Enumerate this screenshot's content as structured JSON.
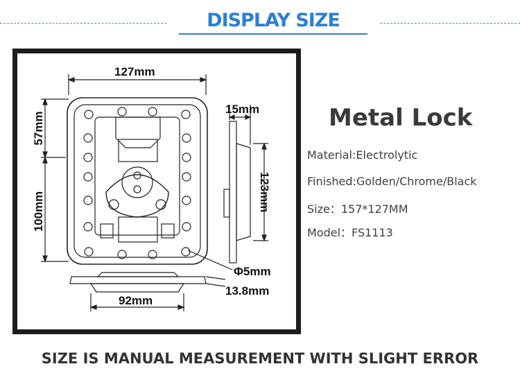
{
  "header": {
    "title": "DISPLAY SIZE"
  },
  "diagram": {
    "dims": {
      "width_top": "127mm",
      "height_upper": "57mm",
      "height_lower": "100mm",
      "depth": "15mm",
      "side_height": "123mm",
      "hole": "Φ5mm",
      "profile_depth": "13.8mm",
      "base_width": "92mm"
    }
  },
  "product": {
    "title": "Metal Lock",
    "specs": [
      "Material:Electrolytic",
      "Finished:Golden/Chrome/Black",
      "Size：157*127MM",
      "Model：FS1113"
    ]
  },
  "footer": {
    "note": "SIZE IS MANUAL MEASUREMENT WITH SLIGHT ERROR"
  },
  "colors": {
    "accent": "#2e7fd3",
    "frame": "#1d1d1d",
    "text": "#3f3f3f"
  }
}
